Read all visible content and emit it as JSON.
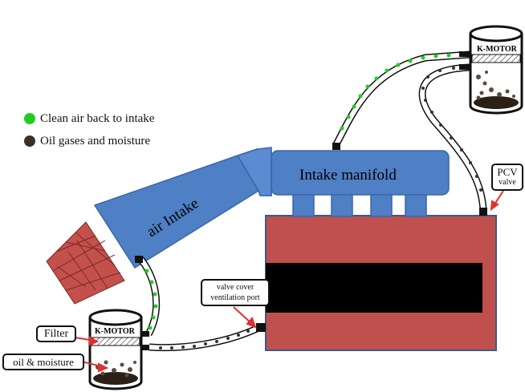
{
  "legend": {
    "clean_air": {
      "label": "Clean air back to intake",
      "color": "#22cc22"
    },
    "oil_gases": {
      "label": "Oil gases and moisture",
      "color": "#3b2f26"
    }
  },
  "labels": {
    "intake_manifold": "Intake manifold",
    "air_intake": "air Intake",
    "k_motor_top": "K-MOTOR",
    "k_motor_bottom": "K-MOTOR",
    "pcv_line1": "PCV",
    "pcv_line2": "valve",
    "vent_line1": "valve cover",
    "vent_line2": "ventilation port",
    "filter": "Filter",
    "oil_moisture": "oil & moisture"
  },
  "colors": {
    "intake_blue": "#4f7fc4",
    "engine_red": "#c0504d",
    "filter_red": "#c4504c",
    "outline": "#111111",
    "hose": "#ffffff"
  }
}
